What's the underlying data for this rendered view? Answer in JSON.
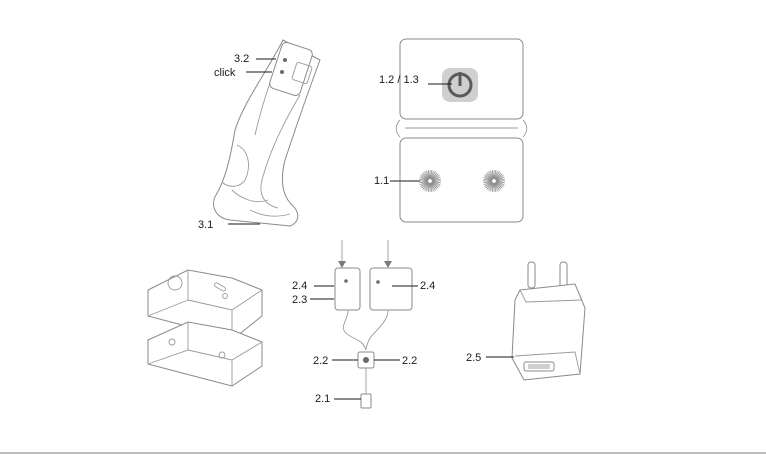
{
  "socks": {
    "label_battery": "3.2",
    "label_click": "click",
    "label_heel": "3.1"
  },
  "remote": {
    "label_button": "1.2 / 1.3",
    "label_heater": "1.1"
  },
  "cable": {
    "label_top_left": "2.4",
    "label_top_right": "2.4",
    "label_mid": "2.3",
    "label_splitter_left": "2.2",
    "label_splitter_right": "2.2",
    "label_usb": "2.1"
  },
  "charger": {
    "label": "2.5"
  }
}
